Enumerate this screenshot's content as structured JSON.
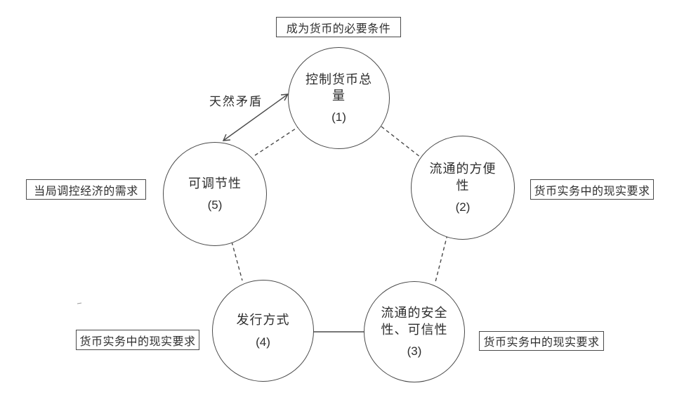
{
  "diagram": {
    "title_box": "成为货币的必要条件",
    "arrow_label": "天然矛盾",
    "nodes": [
      {
        "id": "1",
        "label": "控制货币总量",
        "number": "(1)"
      },
      {
        "id": "2",
        "label": "流通的方便性",
        "number": "(2)"
      },
      {
        "id": "3",
        "label": "流通的安全性、可信性",
        "number": "(3)"
      },
      {
        "id": "4",
        "label": "发行方式",
        "number": "(4)"
      },
      {
        "id": "5",
        "label": "可调节性",
        "number": "(5)"
      }
    ],
    "side_labels": {
      "left": "当局调控经济的需求",
      "right": "货币实务中的现实要求",
      "bottom_left": "货币实务中的现实要求",
      "bottom_right": "货币实务中的现实要求"
    },
    "edges": [
      {
        "from": "1",
        "to": "2",
        "style": "dashed"
      },
      {
        "from": "2",
        "to": "3",
        "style": "dashed"
      },
      {
        "from": "3",
        "to": "4",
        "style": "solid"
      },
      {
        "from": "4",
        "to": "5",
        "style": "dashed"
      },
      {
        "from": "5",
        "to": "1",
        "style": "dashed"
      },
      {
        "from": "5",
        "to": "1",
        "style": "double-arrow",
        "label": "天然矛盾"
      }
    ],
    "colors": {
      "line": "#4a4a4a",
      "text": "#2e2e2e",
      "background": "#ffffff"
    }
  }
}
